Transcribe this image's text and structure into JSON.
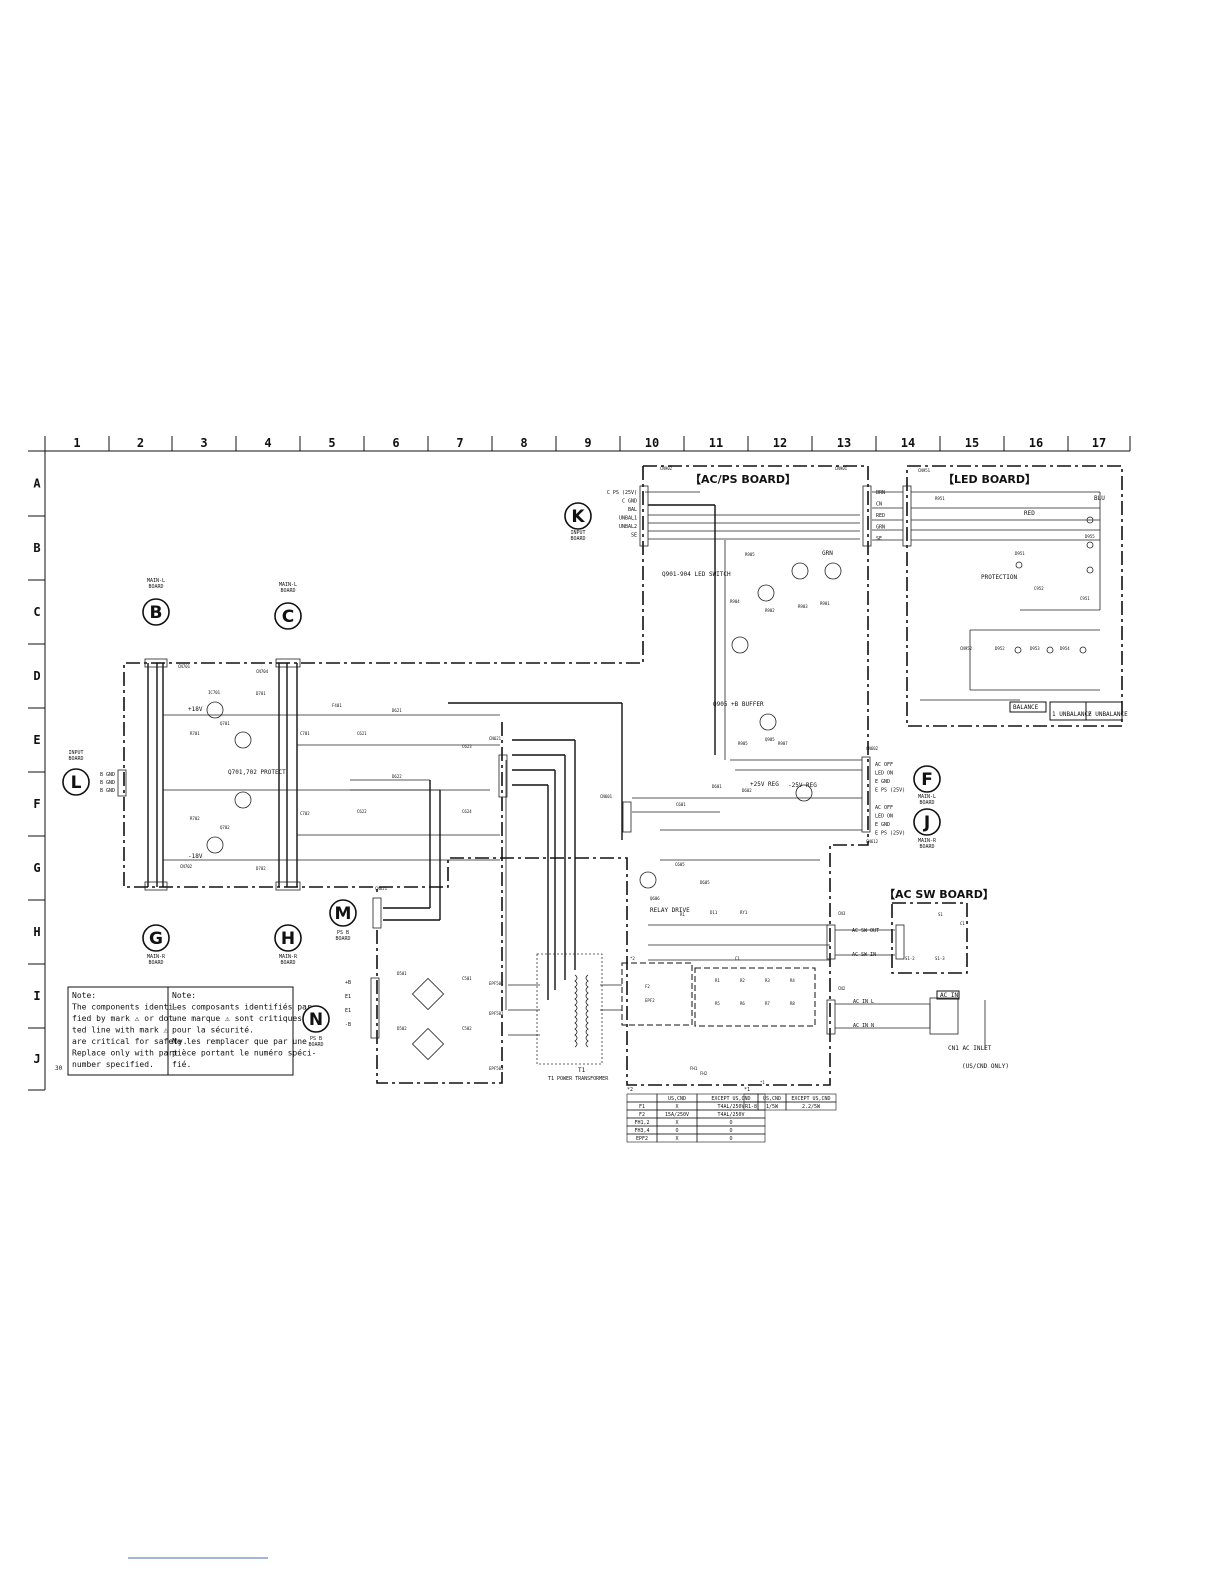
{
  "grid": {
    "columns": [
      "1",
      "2",
      "3",
      "4",
      "5",
      "6",
      "7",
      "8",
      "9",
      "10",
      "11",
      "12",
      "13",
      "14",
      "15",
      "16",
      "17"
    ],
    "rows": [
      "A",
      "B",
      "C",
      "D",
      "E",
      "F",
      "G",
      "H",
      "I",
      "J"
    ]
  },
  "page_number": "30",
  "boards": {
    "acps": "【AC/PS BOARD】",
    "led": "【LED BOARD】",
    "acsw": "【AC SW BOARD】"
  },
  "connectors": [
    {
      "id": "K",
      "label": "K",
      "caption": "INPUT BOARD"
    },
    {
      "id": "B",
      "label": "B",
      "caption": "MAIN-L BOARD"
    },
    {
      "id": "C",
      "label": "C",
      "caption": "MAIN-L BOARD"
    },
    {
      "id": "L",
      "label": "L",
      "caption": "INPUT BOARD"
    },
    {
      "id": "F",
      "label": "F",
      "caption": "MAIN-L BOARD"
    },
    {
      "id": "J",
      "label": "J",
      "caption": "MAIN-R BOARD"
    },
    {
      "id": "M",
      "label": "M",
      "caption": "PS B BOARD"
    },
    {
      "id": "G",
      "label": "G",
      "caption": "MAIN-R BOARD"
    },
    {
      "id": "H",
      "label": "H",
      "caption": "MAIN-R BOARD"
    },
    {
      "id": "N",
      "label": "N",
      "caption": "PS B BOARD"
    }
  ],
  "k_pins": [
    "C PS (25V)",
    "C GND",
    "BAL",
    "UNBAL1",
    "UNBAL2",
    "SE"
  ],
  "led_pins": [
    "BRN",
    "CN",
    "RED",
    "GRN",
    "SE"
  ],
  "f_pins": [
    "AC OFF",
    "LED ON",
    "E GND",
    "E PS (25V)"
  ],
  "j_pins": [
    "AC OFF",
    "LED ON",
    "E GND",
    "E PS (25V)"
  ],
  "l_pins": [
    "B GND",
    "B GND",
    "B GND"
  ],
  "n_pins": [
    "+B",
    "E1",
    "E1",
    "-B"
  ],
  "acsw_pins": [
    "AC SW OUT",
    "AC SW IN"
  ],
  "ac_in_pins": [
    "AC IN L",
    "AC IN N"
  ],
  "labels": {
    "led_switch": "Q901-904 LED SWITCH",
    "buffer": "Q905 +B BUFFER",
    "protect": "Q701,702 PROTECT",
    "relay_drive": "RELAY DRIVE",
    "protection_led": "PROTECTION",
    "balance": "BALANCE",
    "unbal1": "1 UNBALANCE",
    "unbal2": "2 UNBALANCE",
    "power_transformer": "T1 POWER TRANSFORMER",
    "ac_inlet": "CN1 AC INLET",
    "ac_in": "AC IN",
    "region_note": "(US/CND ONLY)",
    "plus18": "+18V",
    "minus18": "-18V",
    "plus25": "+25V REG",
    "minus25": "-25V REG",
    "red": "RED",
    "blu": "BLU",
    "grn": "GRN"
  },
  "note_en": [
    "Note:",
    "The components identi-",
    "fied by mark ⚠ or dot-",
    "ted line with mark ⚠",
    "are critical for safety.",
    "Replace only with part",
    "number specified."
  ],
  "note_fr": [
    "Note:",
    "Les composants identifiés par",
    "une marque ⚠ sont critiques",
    "pour la sécurité.",
    "Ne les remplacer que par une",
    "pièce portant le numéro spéci-",
    "fié."
  ],
  "table1": {
    "marker": "*2",
    "headers": [
      "",
      "US,CND",
      "EXCEPT US,CND"
    ],
    "rows": [
      [
        "F1",
        "X",
        "T4AL/250V"
      ],
      [
        "F2",
        "15A/250V",
        "T4AL/250V"
      ],
      [
        "FH1,2",
        "X",
        "O"
      ],
      [
        "FH3,4",
        "O",
        "O"
      ],
      [
        "EPF2",
        "X",
        "O"
      ]
    ]
  },
  "table2": {
    "marker": "*1",
    "headers": [
      "",
      "US,CND",
      "EXCEPT US,CND"
    ],
    "rows": [
      [
        "R1-8",
        "1/5W",
        "2.2/5W"
      ]
    ]
  }
}
